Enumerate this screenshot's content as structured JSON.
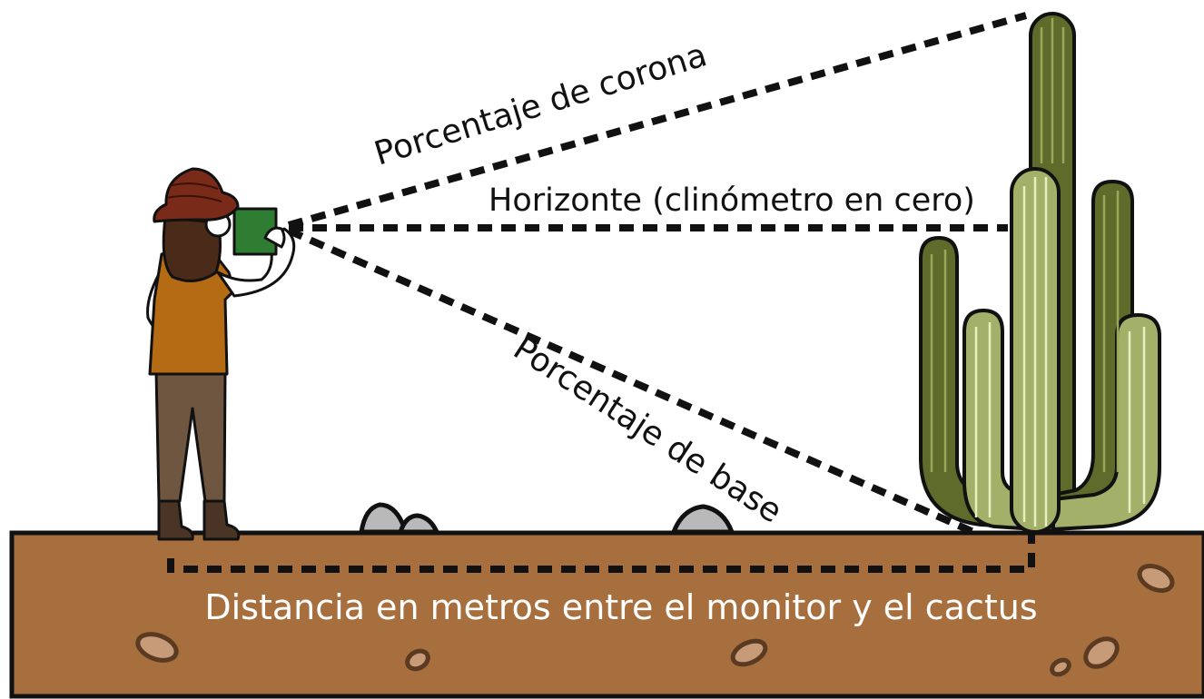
{
  "labels": {
    "crown": "Porcentaje de corona",
    "horizon": "Horizonte (clinómetro en cero)",
    "base": "Porcentaje de base",
    "distance": "Distancia en metros entre el monitor y el cactus"
  },
  "colors": {
    "ground": "#a86f3e",
    "ground_stroke": "#111111",
    "cactus_dark": "#5e6b2a",
    "cactus_light": "#a3b06a",
    "hat": "#7a2a18",
    "shirt": "#b56a14",
    "pants": "#6e5640",
    "boots": "#4a3426",
    "clinometer": "#2f7d32",
    "rock": "#b9b9b9",
    "pebble": "#c79a78"
  },
  "icons": {
    "observer": "person-with-clinometer-icon",
    "cactus": "saguaro-cactus-icon",
    "rock": "rock-icon",
    "pebble": "pebble-icon"
  }
}
